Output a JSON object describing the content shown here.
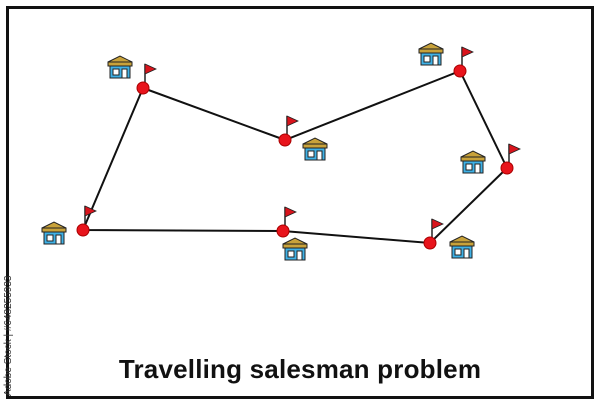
{
  "caption": "Travelling salesman problem",
  "side_credit": "Adobe Stock | #648255933",
  "colors": {
    "route": "#111111",
    "city_dot": "#e8141c",
    "flag": "#d9141c",
    "house_roof": "#c8a23a",
    "house_body": "#3fb1e6",
    "house_window": "#ffffff"
  },
  "icons": [
    "house-icon",
    "flag-icon",
    "city-dot"
  ]
}
